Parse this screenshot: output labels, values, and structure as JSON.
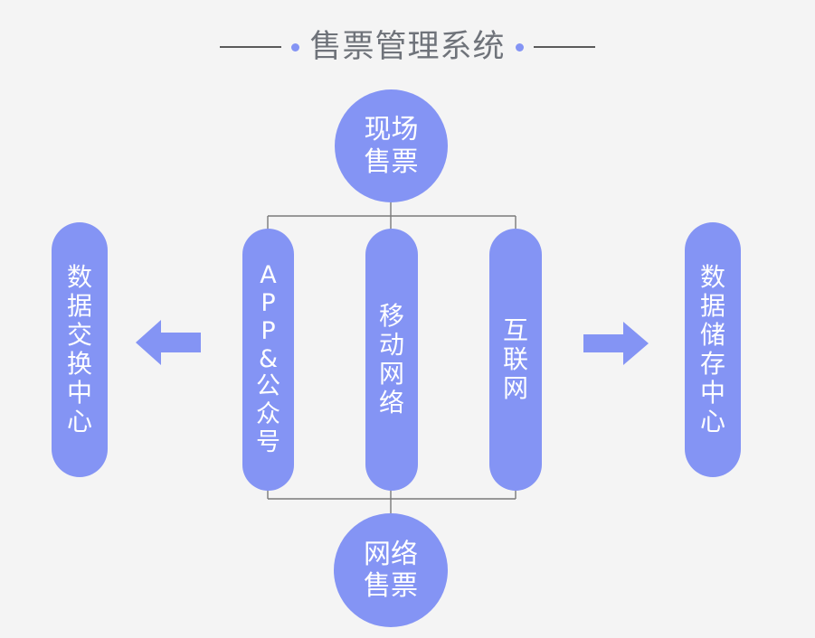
{
  "page": {
    "background_color": "#f4f4f4",
    "accent_color": "#8494f4",
    "title_color": "#6f737a",
    "connector_color": "#7a7a7a",
    "node_text_color": "#ffffff"
  },
  "header": {
    "title": "售票管理系统",
    "left_dash": "",
    "right_dash": "",
    "left_dot": "",
    "right_dot": ""
  },
  "nodes": {
    "onsite_ticketing": {
      "name": "现场售票",
      "lines": [
        "现场",
        "售票"
      ],
      "shape": "circle"
    },
    "online_ticketing": {
      "name": "网络售票",
      "lines": [
        "网络",
        "售票"
      ],
      "shape": "circle"
    },
    "exchange_center": {
      "name": "数据交换中心",
      "chars": [
        "数",
        "据",
        "交",
        "换",
        "中",
        "心"
      ],
      "shape": "pill"
    },
    "storage_center": {
      "name": "数据储存中心",
      "chars": [
        "数",
        "据",
        "储",
        "存",
        "中",
        "心"
      ],
      "shape": "pill"
    },
    "app_official_account": {
      "name": "APP&公众号",
      "chars": [
        "A",
        "P",
        "P",
        "&",
        "公",
        "众",
        "号"
      ],
      "shape": "pill"
    },
    "mobile_network": {
      "name": "移动网络",
      "chars": [
        "移",
        "动",
        "网",
        "络"
      ],
      "shape": "pill"
    },
    "internet": {
      "name": "互联网",
      "chars": [
        "互",
        "联",
        "网"
      ],
      "shape": "pill"
    }
  },
  "arrows": {
    "left_arrow": {
      "direction": "left",
      "from": "移动网络",
      "to": "数据交换中心"
    },
    "right_arrow": {
      "direction": "right",
      "from": "互联网",
      "to": "数据储存中心"
    }
  },
  "connectors": {
    "top_bracket": "现场售票 connects to APP&公众号 / 移动网络 / 互联网",
    "bottom_bracket": "网络售票 connects to APP&公众号 / 移动网络 / 互联网"
  }
}
